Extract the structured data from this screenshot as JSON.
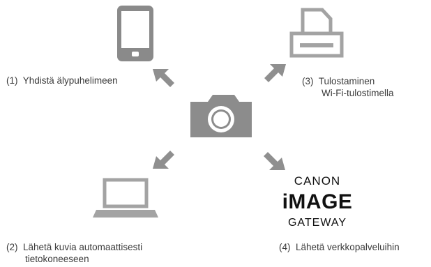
{
  "colors": {
    "icon_gray": "#a9a9a9",
    "icon_dark": "#7a7a7a",
    "arrow_gray": "#8f8f8f",
    "text": "#3a3a3a",
    "logo": "#111111"
  },
  "options": [
    {
      "number": "(1)",
      "line1": "Yhdistä älypuhelimeen",
      "line2": "",
      "icon": "smartphone-icon"
    },
    {
      "number": "(2)",
      "line1": "Lähetä kuvia automaattisesti",
      "line2": "tietokoneeseen",
      "icon": "laptop-icon"
    },
    {
      "number": "(3)",
      "line1": "Tulostaminen",
      "line2": "Wi-Fi-tulostimella",
      "icon": "printer-icon"
    },
    {
      "number": "(4)",
      "line1": "Lähetä verkkopalveluihin",
      "line2": "",
      "icon": "canon-image-gateway-logo"
    }
  ],
  "center_icon": "camera-icon",
  "logo": {
    "line1": "CANON",
    "line2": "iMAGE",
    "line3": "GATEWAY"
  }
}
